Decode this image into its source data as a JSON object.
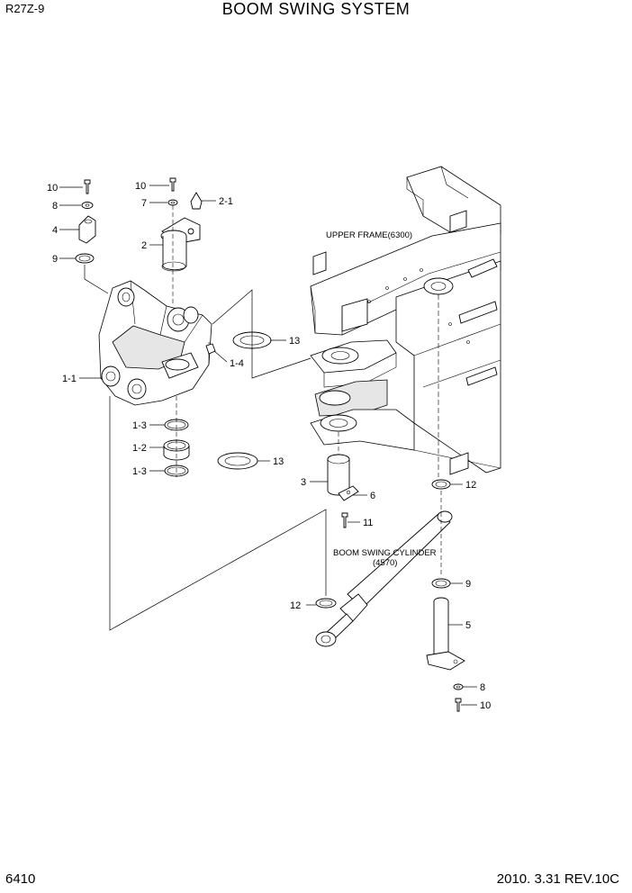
{
  "header": {
    "model": "R27Z-9",
    "title": "BOOM SWING SYSTEM"
  },
  "footer": {
    "page_number": "6410",
    "date_rev": "2010. 3.31  REV.10C"
  },
  "callouts": {
    "c10a": "10",
    "c8a": "8",
    "c4": "4",
    "c9a": "9",
    "c10b": "10",
    "c7": "7",
    "c21": "2-1",
    "c2": "2",
    "c13a": "13",
    "c14": "1-4",
    "c11a": "1-1",
    "c13b": "1-3",
    "c12b": "1-2",
    "c13c": "1-3",
    "c13d": "13",
    "c3": "3",
    "c6": "6",
    "c11": "11",
    "c12a": "12",
    "c9b": "9",
    "c5": "5",
    "c8b": "8",
    "c10c": "10",
    "c12c": "12"
  },
  "annotations": {
    "upper_frame": "UPPER FRAME(6300)",
    "cylinder_line1": "BOOM SWING CYLINDER",
    "cylinder_line2": "(4570)"
  }
}
